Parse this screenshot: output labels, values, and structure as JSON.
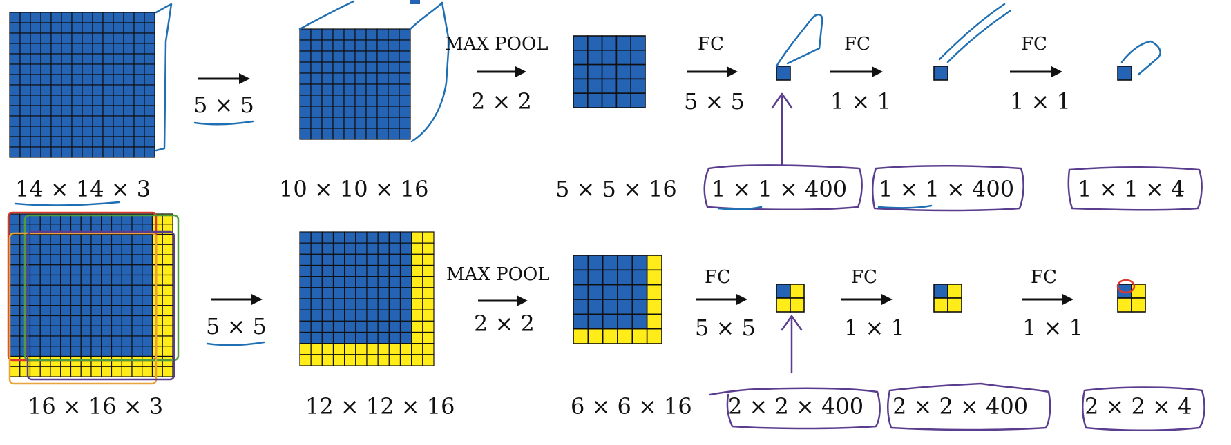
{
  "colors": {
    "blue": "#2563b5",
    "yellow": "#ffec19",
    "grid": "#101010",
    "ink_blue": "#1f6fb3",
    "ink_purple": "#5b3d8f"
  },
  "top_row": {
    "input_label": "14 × 14 × 3",
    "conv_kernel": "5 × 5",
    "conv_label": "10 × 10 × 16",
    "pool_op": "MAX POOL",
    "pool_kernel": "2 × 2",
    "pool_label": "5 × 5 × 16",
    "fc1_op": "FC",
    "fc1_kernel": "5 × 5",
    "fc1_label": "1 × 1 × 400",
    "fc2_op": "FC",
    "fc2_kernel": "1 × 1",
    "fc2_label": "1 × 1 × 400",
    "fc3_op": "FC",
    "fc3_kernel": "1 × 1",
    "fc3_label": "1 × 1 × 4"
  },
  "bottom_row": {
    "input_label": "16 × 16 × 3",
    "conv_kernel": "5 × 5",
    "conv_label": "12 × 12 × 16",
    "pool_op": "MAX POOL",
    "pool_kernel": "2 × 2",
    "pool_label": "6 × 6 × 16",
    "fc1_op": "FC",
    "fc1_kernel": "5 × 5",
    "fc1_label": "2 × 2 × 400",
    "fc2_op": "FC",
    "fc2_kernel": "1 × 1",
    "fc2_label": "2 × 2 × 400",
    "fc3_op": "FC",
    "fc3_kernel": "1 × 1",
    "fc3_label": "2 × 2 × 4"
  }
}
